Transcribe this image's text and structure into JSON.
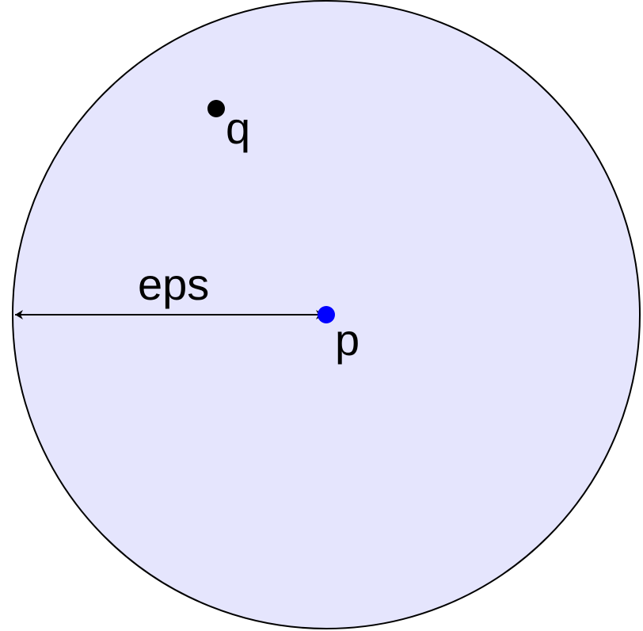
{
  "diagram": {
    "labels": {
      "radius": "eps",
      "center": "p",
      "neighbor": "q"
    },
    "colors": {
      "circle_fill": "#e5e5fd",
      "circle_stroke": "#000000",
      "arrow": "#000000",
      "center_point": "#0000ff",
      "neighbor_point": "#000000",
      "text": "#000000"
    }
  }
}
